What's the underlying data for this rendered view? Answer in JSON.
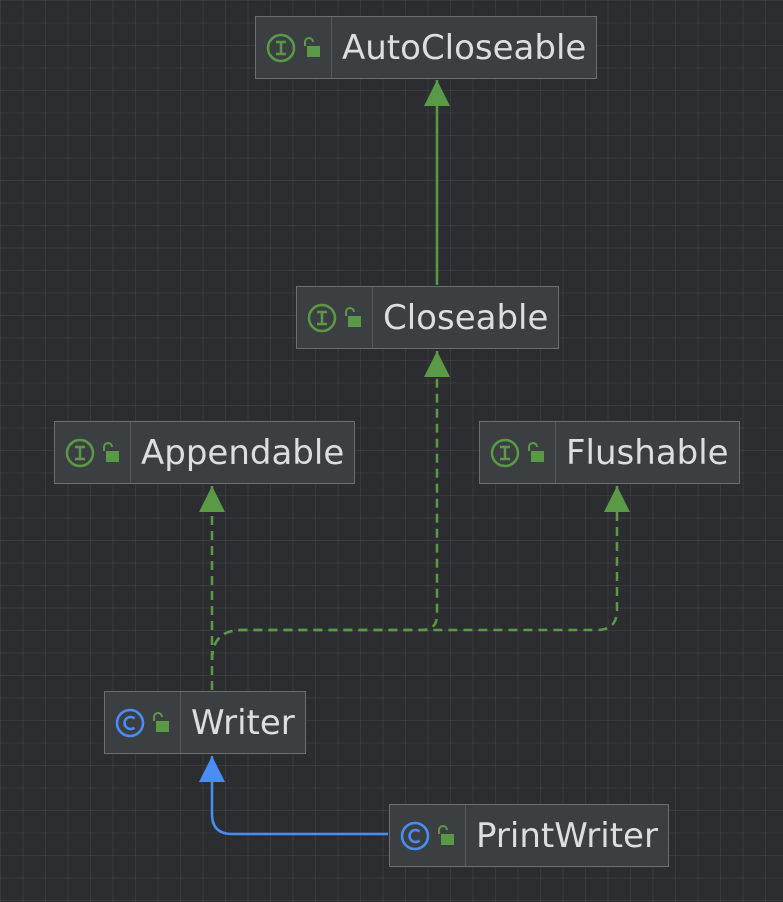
{
  "colors": {
    "background": "#2b2d30",
    "node_fill": "#3c3f41",
    "node_border": "#6b6e72",
    "text": "#dcdee2",
    "interface_accent": "#5a9a47",
    "class_accent": "#4a8ef5",
    "lock": "#5a9a47"
  },
  "nodes": {
    "autocloseable": {
      "label": "AutoCloseable",
      "kind": "interface",
      "kind_icon": "interface-icon",
      "access_icon": "unlocked-icon"
    },
    "closeable": {
      "label": "Closeable",
      "kind": "interface",
      "kind_icon": "interface-icon",
      "access_icon": "unlocked-icon"
    },
    "appendable": {
      "label": "Appendable",
      "kind": "interface",
      "kind_icon": "interface-icon",
      "access_icon": "unlocked-icon"
    },
    "flushable": {
      "label": "Flushable",
      "kind": "interface",
      "kind_icon": "interface-icon",
      "access_icon": "unlocked-icon"
    },
    "writer": {
      "label": "Writer",
      "kind": "class",
      "kind_icon": "class-icon",
      "access_icon": "unlocked-icon"
    },
    "printwriter": {
      "label": "PrintWriter",
      "kind": "class",
      "kind_icon": "class-icon",
      "access_icon": "unlocked-icon"
    }
  },
  "edges": [
    {
      "from": "closeable",
      "to": "autocloseable",
      "relation": "extends",
      "style": "solid",
      "color": "#5a9a47"
    },
    {
      "from": "writer",
      "to": "appendable",
      "relation": "implements",
      "style": "dashed",
      "color": "#5a9a47"
    },
    {
      "from": "writer",
      "to": "closeable",
      "relation": "implements",
      "style": "dashed",
      "color": "#5a9a47"
    },
    {
      "from": "writer",
      "to": "flushable",
      "relation": "implements",
      "style": "dashed",
      "color": "#5a9a47"
    },
    {
      "from": "printwriter",
      "to": "writer",
      "relation": "extends",
      "style": "solid",
      "color": "#4a8ef5"
    }
  ]
}
